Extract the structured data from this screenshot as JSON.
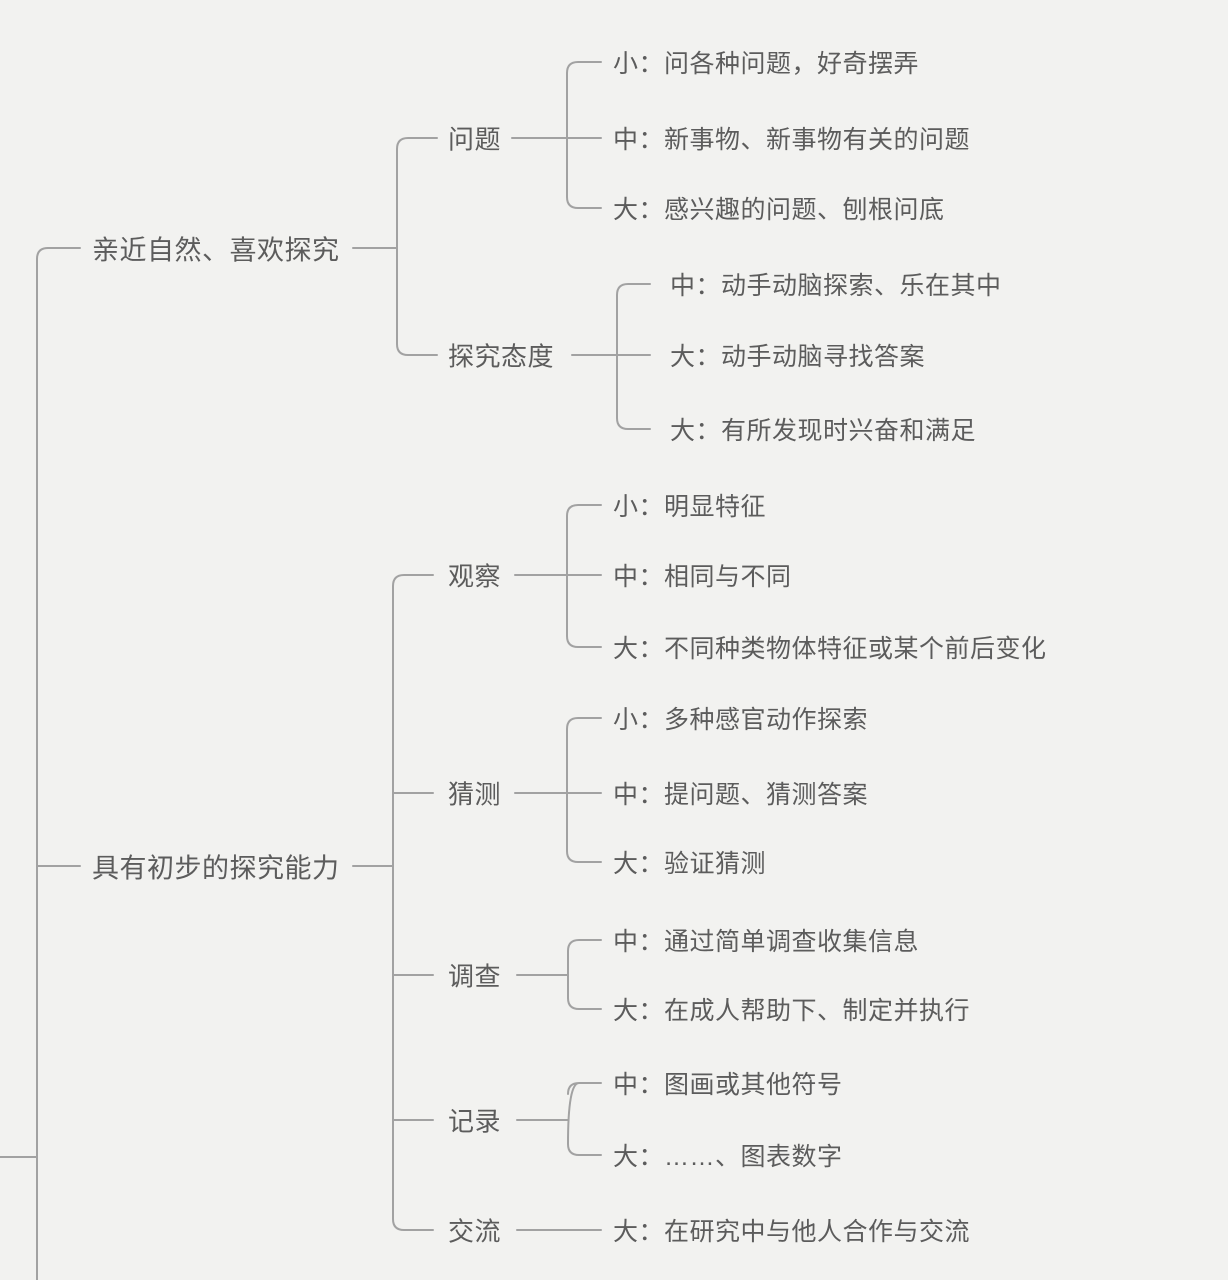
{
  "mindmap": {
    "colors": {
      "background": "#f2f2f0",
      "line": "#a2a2a2",
      "text": "#5c5c5c"
    },
    "branches": [
      {
        "label": "亲近自然、喜欢探究",
        "children": [
          {
            "label": "问题",
            "children": [
              {
                "label": "小：问各种问题，好奇摆弄"
              },
              {
                "label": "中：新事物、新事物有关的问题"
              },
              {
                "label": "大：感兴趣的问题、刨根问底"
              }
            ]
          },
          {
            "label": "探究态度",
            "children": [
              {
                "label": "中：动手动脑探索、乐在其中"
              },
              {
                "label": "大：动手动脑寻找答案"
              },
              {
                "label": "大：有所发现时兴奋和满足"
              }
            ]
          }
        ]
      },
      {
        "label": "具有初步的探究能力",
        "children": [
          {
            "label": "观察",
            "children": [
              {
                "label": "小：明显特征"
              },
              {
                "label": "中：相同与不同"
              },
              {
                "label": "大：不同种类物体特征或某个前后变化"
              }
            ]
          },
          {
            "label": "猜测",
            "children": [
              {
                "label": "小：多种感官动作探索"
              },
              {
                "label": "中：提问题、猜测答案"
              },
              {
                "label": "大：验证猜测"
              }
            ]
          },
          {
            "label": "调查",
            "children": [
              {
                "label": "中：通过简单调查收集信息"
              },
              {
                "label": "大：在成人帮助下、制定并执行"
              }
            ]
          },
          {
            "label": "记录",
            "children": [
              {
                "label": "中：图画或其他符号"
              },
              {
                "label": "大：……、图表数字"
              }
            ]
          },
          {
            "label": "交流",
            "children": [
              {
                "label": "大：在研究中与他人合作与交流"
              }
            ]
          }
        ]
      }
    ]
  }
}
